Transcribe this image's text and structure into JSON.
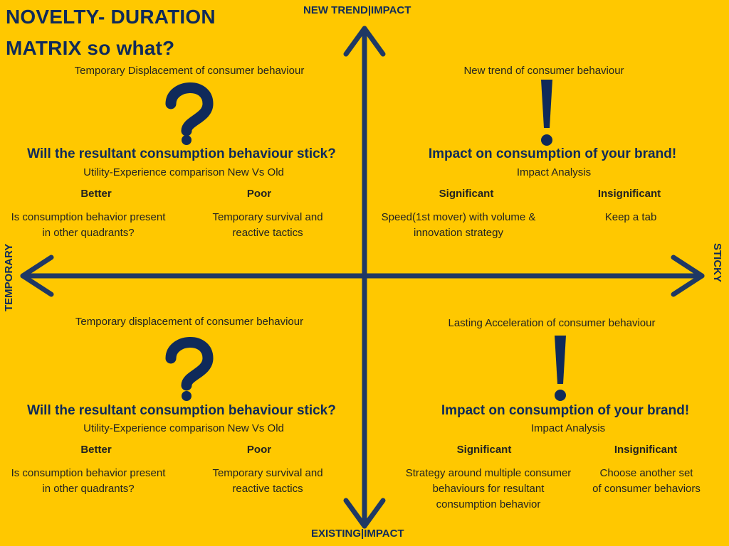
{
  "title": {
    "line1": "NOVELTY- DURATION",
    "line2": "MATRIX so what?"
  },
  "axes": {
    "top": "NEW TREND|IMPACT",
    "bottom": "EXISTING|IMPACT",
    "left": "TEMPORARY",
    "right": "STICKY"
  },
  "quadrants": {
    "top_left": {
      "caption": "Temporary Displacement of consumer behaviour",
      "icon": "question-mark-icon",
      "heading": "Will the resultant consumption behaviour stick?",
      "subheading": "Utility-Experience comparison New Vs Old",
      "col1": {
        "head": "Better",
        "text1": "Is consumption behavior present",
        "text2": "in other quadrants?"
      },
      "col2": {
        "head": "Poor",
        "text1": "Temporary survival and",
        "text2": "reactive tactics"
      }
    },
    "top_right": {
      "caption": "New trend of consumer behaviour",
      "icon": "exclamation-mark-icon",
      "heading": "Impact on consumption of your brand!",
      "subheading": "Impact Analysis",
      "col1": {
        "head": "Significant",
        "text1": "Speed(1st mover) with volume &",
        "text2": "innovation strategy"
      },
      "col2": {
        "head": "Insignificant",
        "text1": "Keep a tab"
      }
    },
    "bottom_left": {
      "caption": "Temporary displacement of consumer behaviour",
      "icon": "question-mark-icon",
      "heading": "Will the resultant consumption behaviour stick?",
      "subheading": "Utility-Experience comparison New Vs Old",
      "col1": {
        "head": "Better",
        "text1": "Is consumption behavior present",
        "text2": "in other quadrants?"
      },
      "col2": {
        "head": "Poor",
        "text1": "Temporary survival and",
        "text2": "reactive tactics"
      }
    },
    "bottom_right": {
      "caption": "Lasting Acceleration of consumer behaviour",
      "icon": "exclamation-mark-icon",
      "heading": "Impact on consumption of your brand!",
      "subheading": "Impact Analysis",
      "col1": {
        "head": "Significant",
        "text1": "Strategy around multiple consumer",
        "text2": "behaviours for resultant",
        "text3": "consumption behavior"
      },
      "col2": {
        "head": "Insignificant",
        "text1": "Choose another set",
        "text2": "of consumer behaviors"
      }
    }
  },
  "colors": {
    "background": "#FFC800",
    "axis": "#1F3864",
    "icon": "#0f2a5a"
  }
}
